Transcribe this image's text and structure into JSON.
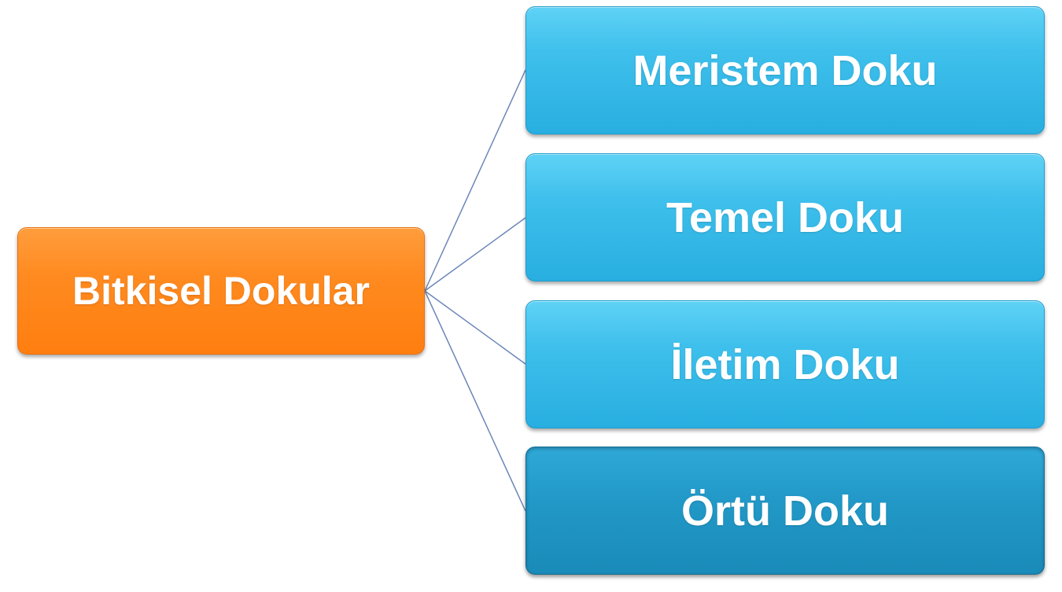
{
  "diagram": {
    "root": {
      "label": "Bitkisel Dokular"
    },
    "children": [
      {
        "label": "Meristem Doku"
      },
      {
        "label": "Temel Doku"
      },
      {
        "label": "İletim Doku"
      },
      {
        "label": "Örtü Doku",
        "selected": true
      }
    ]
  },
  "colors": {
    "root_fill": "#ff8a1f",
    "child_fill": "#3fc0ec",
    "child_selected_fill": "#2299c8",
    "connector": "#6b86b8",
    "text": "#ffffff"
  }
}
